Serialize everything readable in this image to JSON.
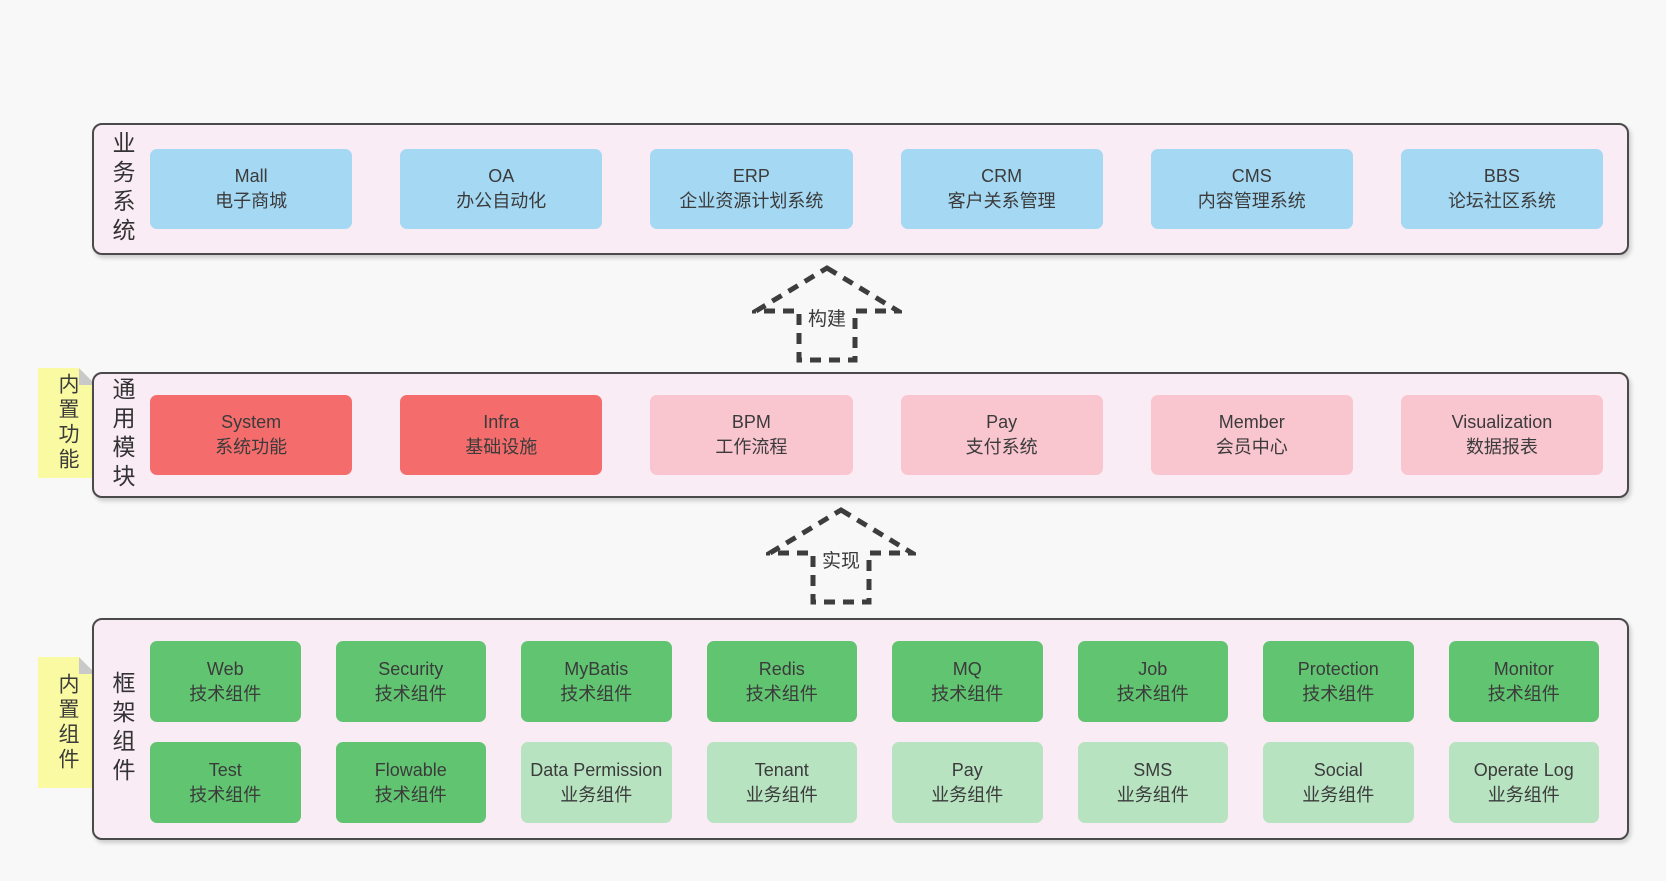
{
  "sections": {
    "business": {
      "label": "业务系统",
      "boxes": [
        {
          "title": "Mall",
          "subtitle": "电子商城"
        },
        {
          "title": "OA",
          "subtitle": "办公自动化"
        },
        {
          "title": "ERP",
          "subtitle": "企业资源计划系统"
        },
        {
          "title": "CRM",
          "subtitle": "客户关系管理"
        },
        {
          "title": "CMS",
          "subtitle": "内容管理系统"
        },
        {
          "title": "BBS",
          "subtitle": "论坛社区系统"
        }
      ]
    },
    "modules": {
      "label": "通用模块",
      "note": "内置功能",
      "boxes": [
        {
          "title": "System",
          "subtitle": "系统功能",
          "type": "core"
        },
        {
          "title": "Infra",
          "subtitle": "基础设施",
          "type": "core"
        },
        {
          "title": "BPM",
          "subtitle": "工作流程",
          "type": "optional"
        },
        {
          "title": "Pay",
          "subtitle": "支付系统",
          "type": "optional"
        },
        {
          "title": "Member",
          "subtitle": "会员中心",
          "type": "optional"
        },
        {
          "title": "Visualization",
          "subtitle": "数据报表",
          "type": "optional"
        }
      ]
    },
    "components": {
      "label": "框架组件",
      "note": "内置组件",
      "boxes": [
        {
          "title": "Web",
          "subtitle": "技术组件",
          "type": "tech"
        },
        {
          "title": "Security",
          "subtitle": "技术组件",
          "type": "tech"
        },
        {
          "title": "MyBatis",
          "subtitle": "技术组件",
          "type": "tech"
        },
        {
          "title": "Redis",
          "subtitle": "技术组件",
          "type": "tech"
        },
        {
          "title": "MQ",
          "subtitle": "技术组件",
          "type": "tech"
        },
        {
          "title": "Job",
          "subtitle": "技术组件",
          "type": "tech"
        },
        {
          "title": "Protection",
          "subtitle": "技术组件",
          "type": "tech"
        },
        {
          "title": "Monitor",
          "subtitle": "技术组件",
          "type": "tech"
        },
        {
          "title": "Test",
          "subtitle": "技术组件",
          "type": "tech"
        },
        {
          "title": "Flowable",
          "subtitle": "技术组件",
          "type": "tech"
        },
        {
          "title": "Data Permission",
          "subtitle": "业务组件",
          "type": "biz"
        },
        {
          "title": "Tenant",
          "subtitle": "业务组件",
          "type": "biz"
        },
        {
          "title": "Pay",
          "subtitle": "业务组件",
          "type": "biz"
        },
        {
          "title": "SMS",
          "subtitle": "业务组件",
          "type": "biz"
        },
        {
          "title": "Social",
          "subtitle": "业务组件",
          "type": "biz"
        },
        {
          "title": "Operate Log",
          "subtitle": "业务组件",
          "type": "biz"
        }
      ]
    }
  },
  "arrows": {
    "build": "构建",
    "implement": "实现"
  },
  "colors": {
    "page_background": "#f8f8f8",
    "panel_background": "#f9ecf4",
    "panel_border": "#4a4a4a",
    "business_box": "#a5d8f3",
    "core_module_box": "#f56c6c",
    "optional_module_box": "#f9c5cf",
    "tech_component_box": "#60c471",
    "biz_component_box": "#b7e3c1",
    "note_background": "#fafaa2",
    "note_fold": "#c9c9c9",
    "arrow_dash": "#3d3d3d"
  }
}
